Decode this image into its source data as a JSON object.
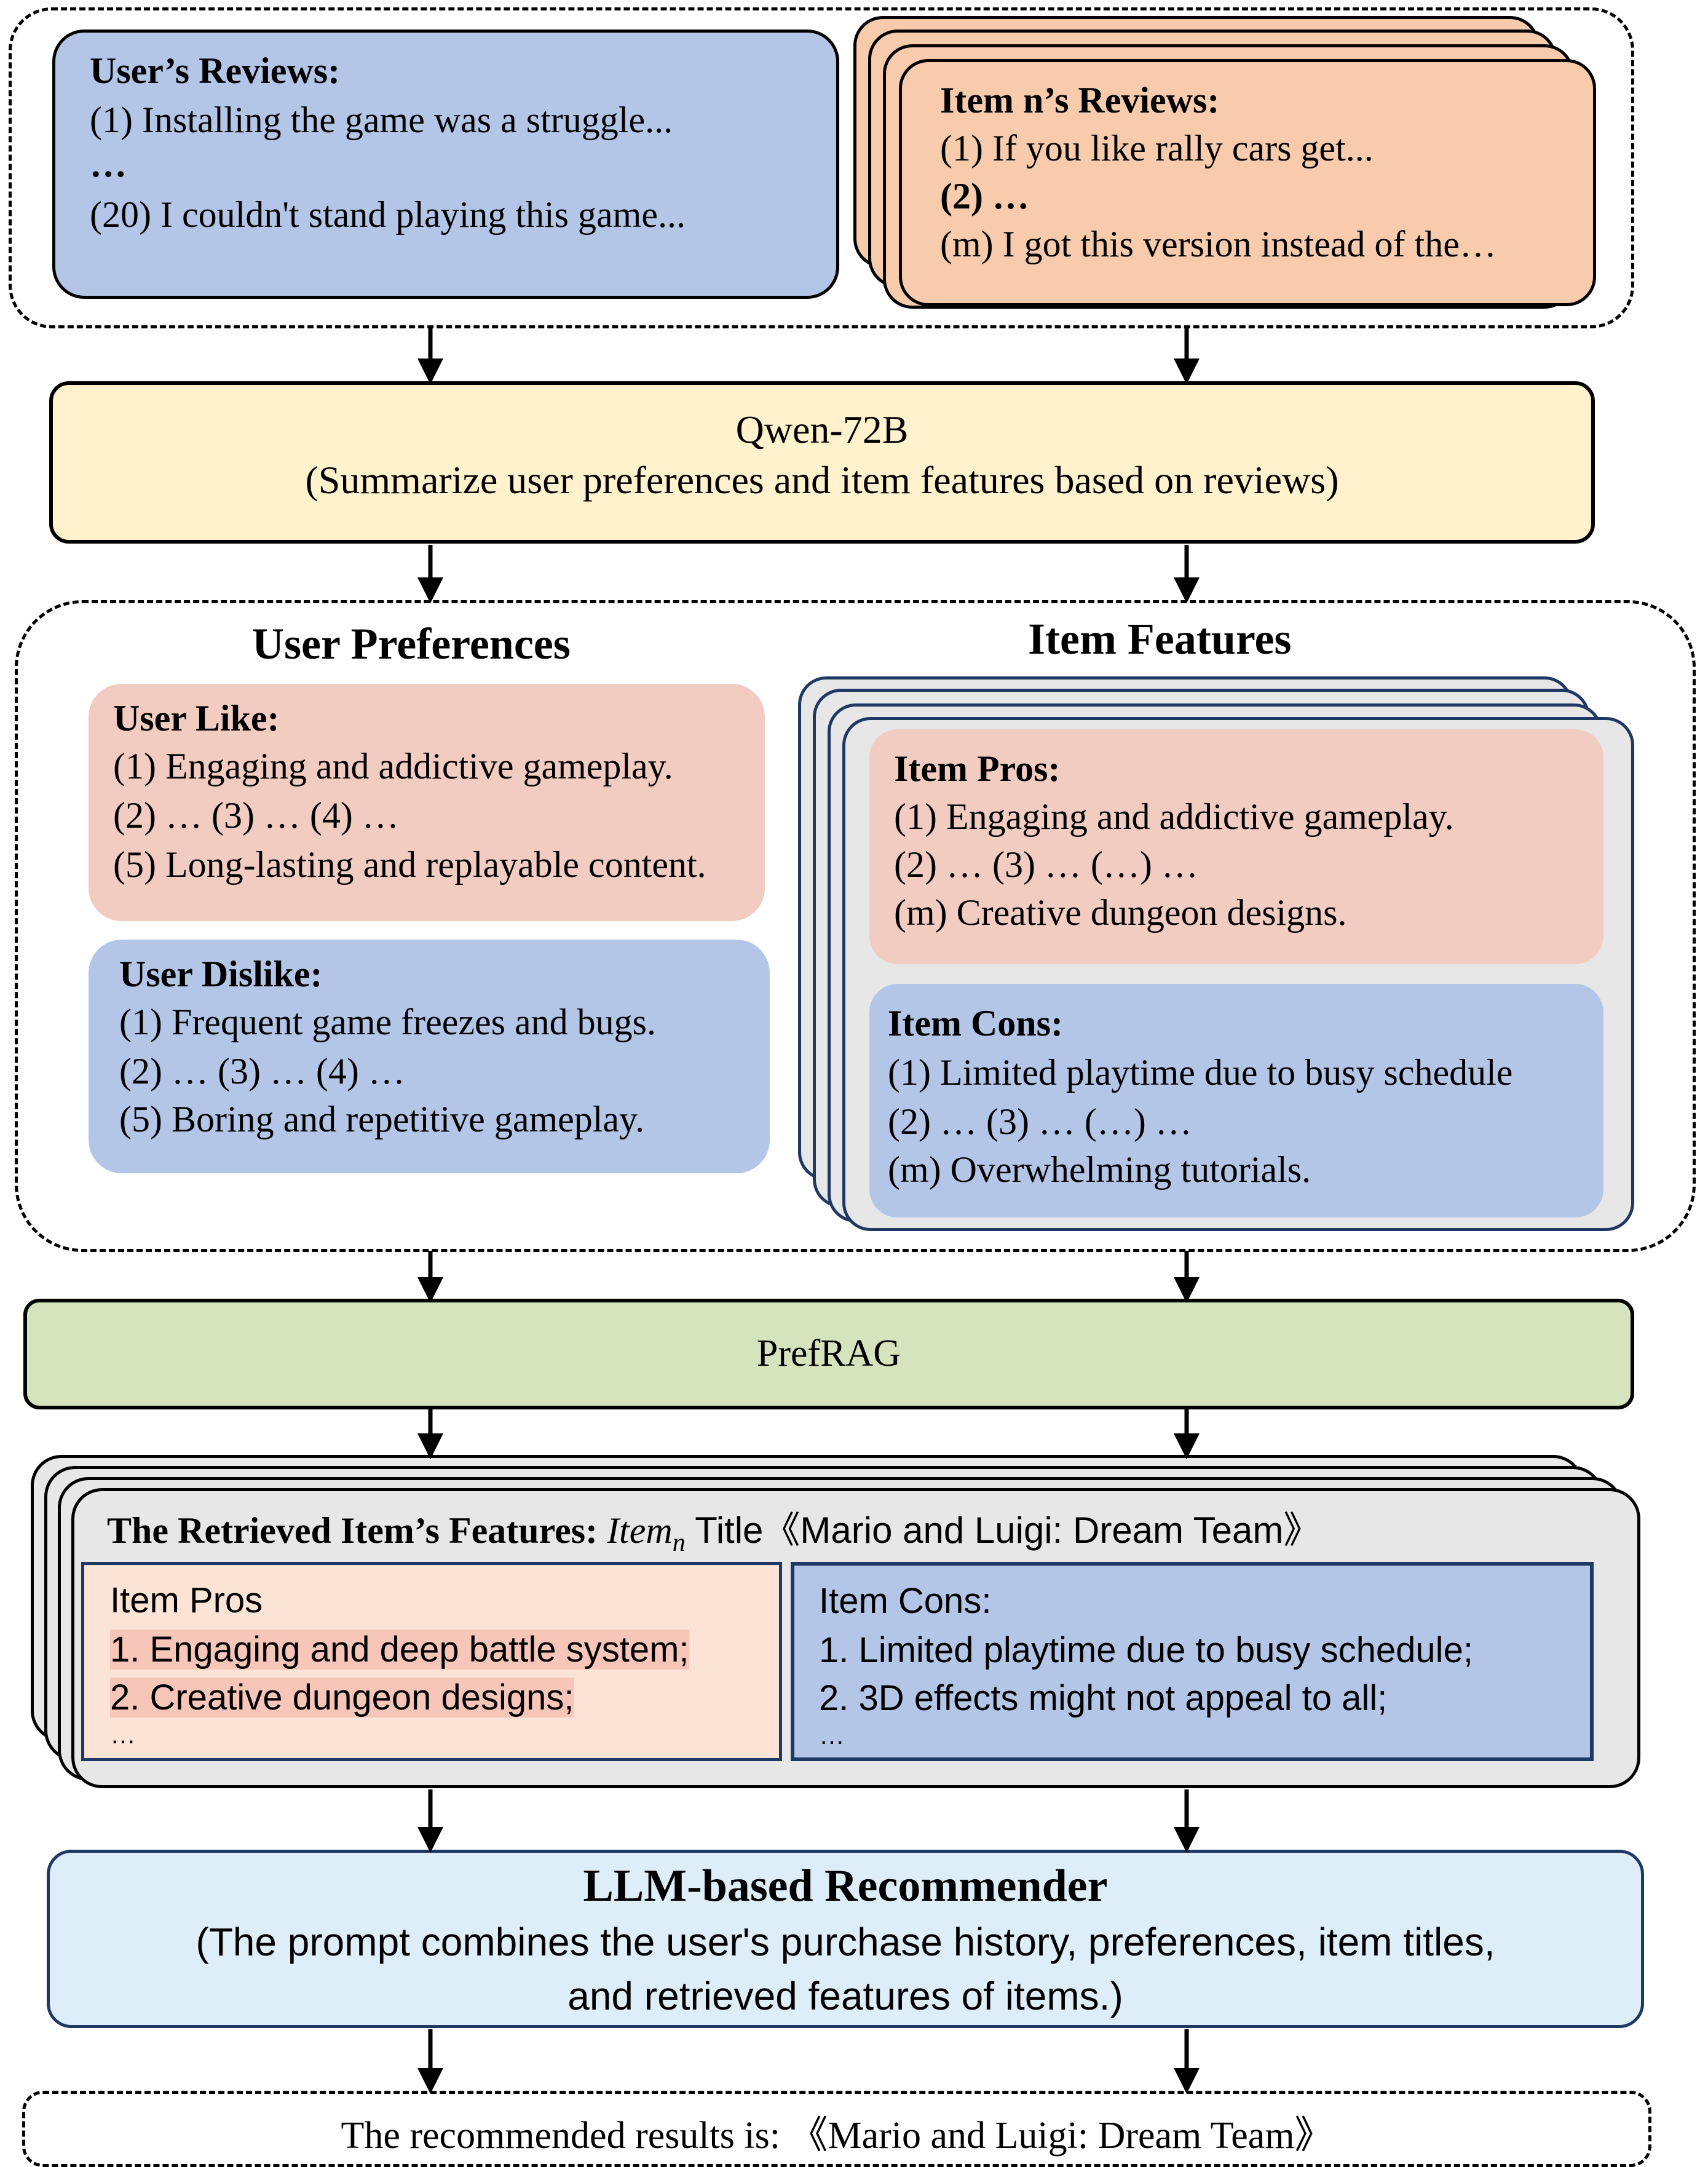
{
  "user_reviews": {
    "title": "User’s Reviews:",
    "lines": [
      "(1)  Installing the game was a struggle...",
      "…",
      "(20) I couldn't stand playing this game..."
    ]
  },
  "item_reviews": {
    "title": "Item n’s Reviews:",
    "lines": [
      "(1)  If you like rally cars get...",
      "(2)  …",
      "(m) I got this version instead of  the…"
    ]
  },
  "summarizer": {
    "model": "Qwen-72B",
    "task": "(Summarize user preferences and item features based on reviews)"
  },
  "user_preferences": {
    "heading": "User Preferences",
    "like": {
      "title": "User Like:",
      "lines": [
        "(1)  Engaging and addictive gameplay.",
        "(2)  … (3) … (4) …",
        "(5) Long-lasting and replayable content."
      ]
    },
    "dislike": {
      "title": "User Dislike:",
      "lines": [
        "(1)  Frequent game freezes and bugs.",
        "(2)  … (3) … (4) …",
        "(5) Boring and repetitive gameplay."
      ]
    }
  },
  "item_features": {
    "heading": "Item Features",
    "pros": {
      "title": "Item Pros:",
      "lines": [
        "(1)  Engaging and addictive gameplay.",
        "(2)  … (3) … (…) …",
        "(m) Creative dungeon designs."
      ]
    },
    "cons": {
      "title": "Item Cons:",
      "lines": [
        "(1)  Limited playtime due to busy schedule",
        "(2)  … (3) … (…) …",
        "(m) Overwhelming tutorials."
      ]
    }
  },
  "retriever": {
    "name": "PrefRAG"
  },
  "retrieved": {
    "label": "The Retrieved Item’s Features:",
    "item_var": "Item",
    "item_sub": "n",
    "title_label": " Title",
    "title": "《Mario and Luigi: Dream Team》",
    "pros": {
      "title": "Item Pros",
      "lines": [
        "1. Engaging and deep battle system;",
        "2. Creative dungeon designs;",
        "…"
      ]
    },
    "cons": {
      "title": "Item Cons:",
      "lines": [
        "1. Limited playtime due to busy schedule;",
        "2. 3D effects might not appeal to all;",
        "…"
      ]
    }
  },
  "recommender": {
    "title": "LLM-based Recommender",
    "desc_line1": "(The prompt combines the user's purchase history, preferences, item titles,",
    "desc_line2": "and retrieved features of items.)"
  },
  "result": {
    "label": "The recommended results is:  ",
    "title": "《Mario and Luigi: Dream Team》"
  },
  "colors": {
    "user_box": "#b3c6e7",
    "item_box": "#f8cbad",
    "llm_box": "#fff2cc",
    "rag_box": "#d5e4bc",
    "like_box": "#f2ccc0",
    "recommender_box": "#ddeef8"
  }
}
